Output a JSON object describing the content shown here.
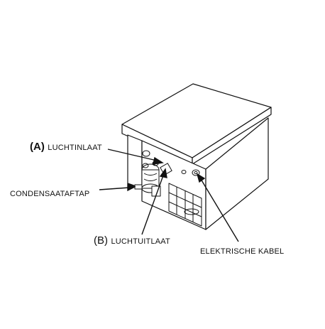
{
  "labels": {
    "air_inlet": {
      "letter": "(A)",
      "text": "LUCHTINLAAT"
    },
    "condensate_drain": {
      "text": "CONDENSAATAFTAP"
    },
    "air_outlet": {
      "letter": "(B)",
      "text": "LUCHTUITLAAT"
    },
    "electric_cable": {
      "text": "ELEKTRISCHE KABEL"
    }
  },
  "colors": {
    "stroke": "#111111",
    "background": "#ffffff"
  }
}
